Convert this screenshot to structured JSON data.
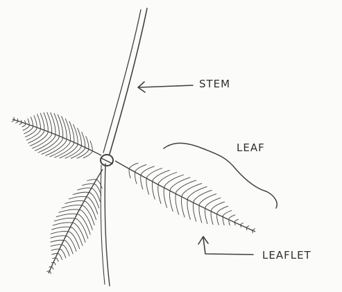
{
  "diagram": {
    "labels": {
      "stem": "STEM",
      "leaf": "LEAF",
      "leaflet": "LEAFLET"
    },
    "ink_color": "#3f3f3f",
    "paper_color": "#fbfbfa"
  }
}
